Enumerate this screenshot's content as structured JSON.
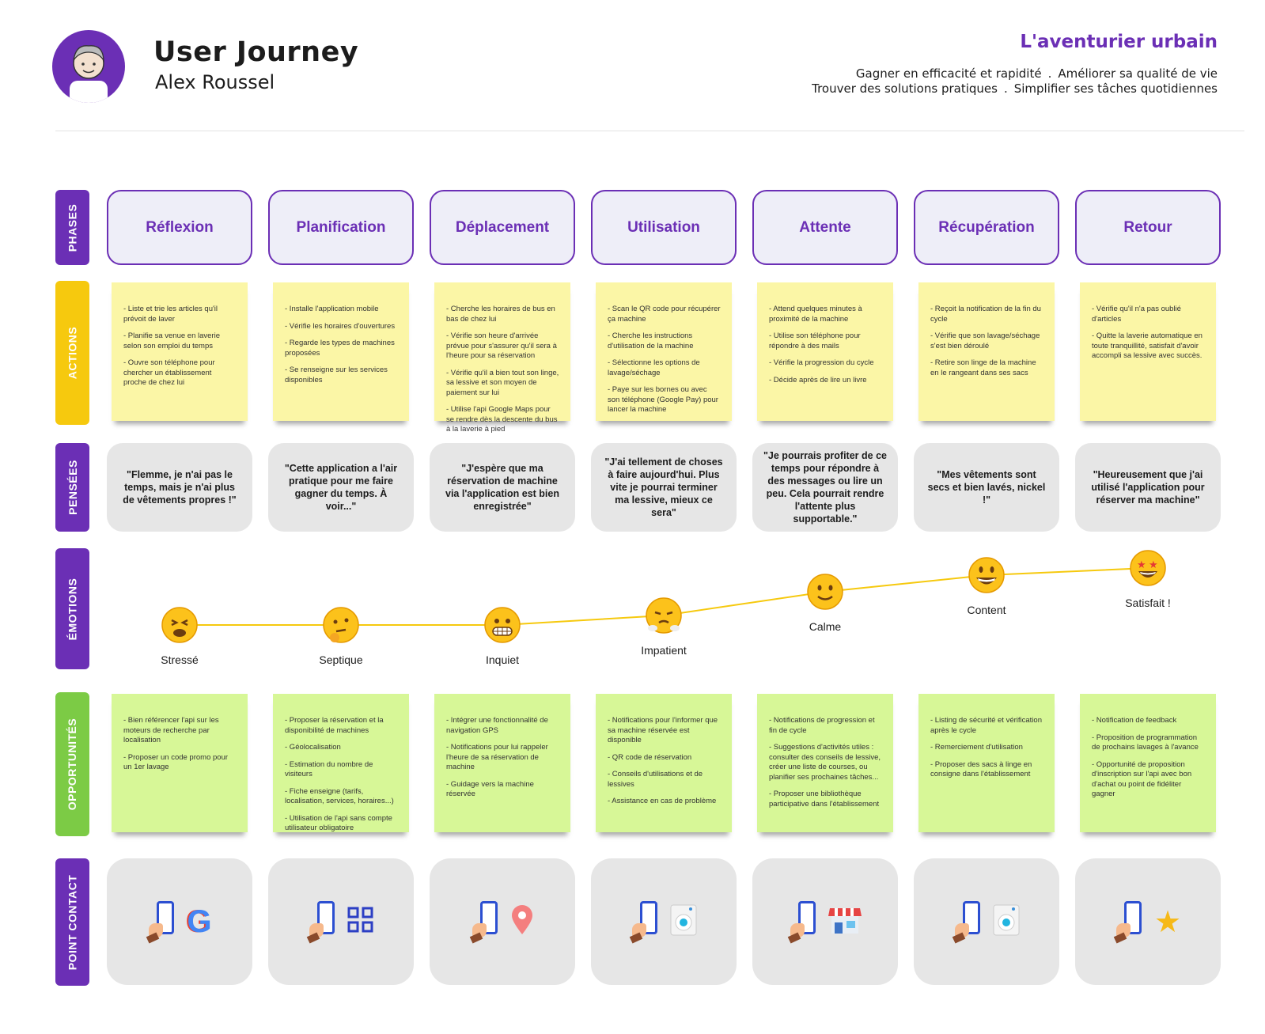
{
  "header": {
    "title": "User Journey",
    "name": "Alex Roussel",
    "persona": "L'aventurier urbain",
    "goals": [
      [
        "Gagner en efficacité et rapidité",
        "Améliorer sa qualité de vie"
      ],
      [
        "Trouver des solutions pratiques",
        "Simplifier ses tâches quotidiennes"
      ]
    ],
    "goal_sep": "."
  },
  "colors": {
    "purple": "#6b2fb5",
    "yellow": "#f6c90e",
    "green": "#7ccb45"
  },
  "rows": {
    "phases": "PHASES",
    "actions": "ACTIONS",
    "pensees": "PENSÉES",
    "emotions": "ÉMOTIONS",
    "opportunites": "OPPORTUNITÉS",
    "contact": "POINT CONTACT"
  },
  "phases": [
    "Réflexion",
    "Planification",
    "Déplacement",
    "Utilisation",
    "Attente",
    "Récupération",
    "Retour"
  ],
  "actions": [
    [
      "- Liste et trie les articles qu'il prévoit de laver",
      "- Planifie sa venue en laverie selon son emploi du temps",
      "- Ouvre son téléphone pour chercher un établissement proche de chez lui"
    ],
    [
      "- Installe l'application mobile",
      "- Vérifie les horaires d'ouvertures",
      "- Regarde les types de machines proposées",
      "- Se renseigne sur les services disponibles"
    ],
    [
      "- Cherche les horaires de bus en bas de chez lui",
      "- Vérifie son heure d'arrivée prévue pour s'assurer qu'il sera à l'heure pour sa réservation",
      "- Vérifie qu'il a bien tout son linge, sa lessive et son moyen de paiement sur lui",
      "- Utilise l'api Google Maps pour se rendre dès la descente du bus à la laverie à pied"
    ],
    [
      "- Scan le QR code pour récupérer ça machine",
      "- Cherche les instructions d'utilisation de la machine",
      "- Sélectionne les options de lavage/séchage",
      "- Paye sur les bornes ou avec son téléphone (Google Pay) pour lancer la machine"
    ],
    [
      "- Attend quelques minutes à proximité de la machine",
      "- Utilise son téléphone pour répondre à des mails",
      "- Vérifie la progression du cycle",
      "- Décide après de lire un livre"
    ],
    [
      "- Reçoit la notification de la fin du cycle",
      "- Vérifie que son lavage/séchage s'est bien déroulé",
      "- Retire son linge de la machine en le rangeant dans ses sacs"
    ],
    [
      "- Vérifie qu'il n'a pas oublié d'articles",
      "- Quitte la laverie automatique en toute tranquillité, satisfait d'avoir accompli sa lessive avec succès."
    ]
  ],
  "thoughts": [
    "\"Flemme, je n'ai pas le temps, mais je n'ai plus de vêtements propres !\"",
    "\"Cette application a l'air pratique pour me faire gagner du temps. À voir...\"",
    "\"J'espère que ma réservation de machine via l'application est bien enregistrée\"",
    "\"J'ai tellement de choses à faire aujourd'hui. Plus vite je pourrai terminer ma lessive, mieux ce sera\"",
    "\"Je pourrais profiter de ce temps pour répondre à des messages ou lire un peu. Cela pourrait rendre l'attente plus supportable.\"",
    "\"Mes vêtements sont secs et bien lavés, nickel !\"",
    "\"Heureusement que j'ai utilisé l'application pour réserver ma machine\""
  ],
  "emotions": [
    {
      "label": "Stressé",
      "score": 1.0,
      "icon": "tired-face-icon"
    },
    {
      "label": "Septique",
      "score": 1.0,
      "icon": "thinking-face-icon"
    },
    {
      "label": "Inquiet",
      "score": 1.0,
      "icon": "grimacing-face-icon"
    },
    {
      "label": "Impatient",
      "score": 1.4,
      "icon": "steam-face-icon"
    },
    {
      "label": "Calme",
      "score": 2.4,
      "icon": "slight-smile-icon"
    },
    {
      "label": "Content",
      "score": 3.1,
      "icon": "grinning-face-icon"
    },
    {
      "label": "Satisfait !",
      "score": 3.4,
      "icon": "star-struck-icon"
    }
  ],
  "opportunities": [
    [
      "- Bien référencer l'api sur les moteurs de recherche par localisation",
      "- Proposer un code promo pour un 1er lavage"
    ],
    [
      "- Proposer la réservation et la disponibilité de machines",
      "- Géolocalisation",
      "- Estimation du nombre de visiteurs",
      "- Fiche enseigne (tarifs, localisation, services, horaires...)",
      "- Utilisation de l'api sans compte utilisateur obligatoire"
    ],
    [
      "- Intégrer une fonctionnalité de navigation GPS",
      "- Notifications pour lui rappeler l'heure de sa réservation de machine",
      "- Guidage vers la machine réservée"
    ],
    [
      "- Notifications pour l'informer que sa machine réservée est disponible",
      "- QR code de réservation",
      "- Conseils d'utilisations et de lessives",
      "- Assistance en cas de problème"
    ],
    [
      "- Notifications de progression et fin de cycle",
      "- Suggestions d'activités utiles : consulter des conseils de lessive, créer une liste de courses, ou planifier ses prochaines tâches...",
      "- Proposer une bibliothèque participative dans l'établissement"
    ],
    [
      "- Listing de sécurité et vérification après le cycle",
      "- Remerciement d'utilisation",
      "- Proposer des sacs à linge en consigne dans l'établissement"
    ],
    [
      "- Notification de feedback",
      "- Proposition de programmation de prochains lavages à l'avance",
      "- Opportunité de proposition d'inscription sur l'api avec bon d'achat ou point de fidéliter gagner"
    ]
  ],
  "contacts": [
    {
      "icon": "google-icon",
      "glyph": "G"
    },
    {
      "icon": "app-grid-icon"
    },
    {
      "icon": "map-pin-icon"
    },
    {
      "icon": "washing-machine-icon"
    },
    {
      "icon": "store-icon"
    },
    {
      "icon": "washing-machine-icon"
    },
    {
      "icon": "star-icon",
      "glyph": "★"
    }
  ]
}
